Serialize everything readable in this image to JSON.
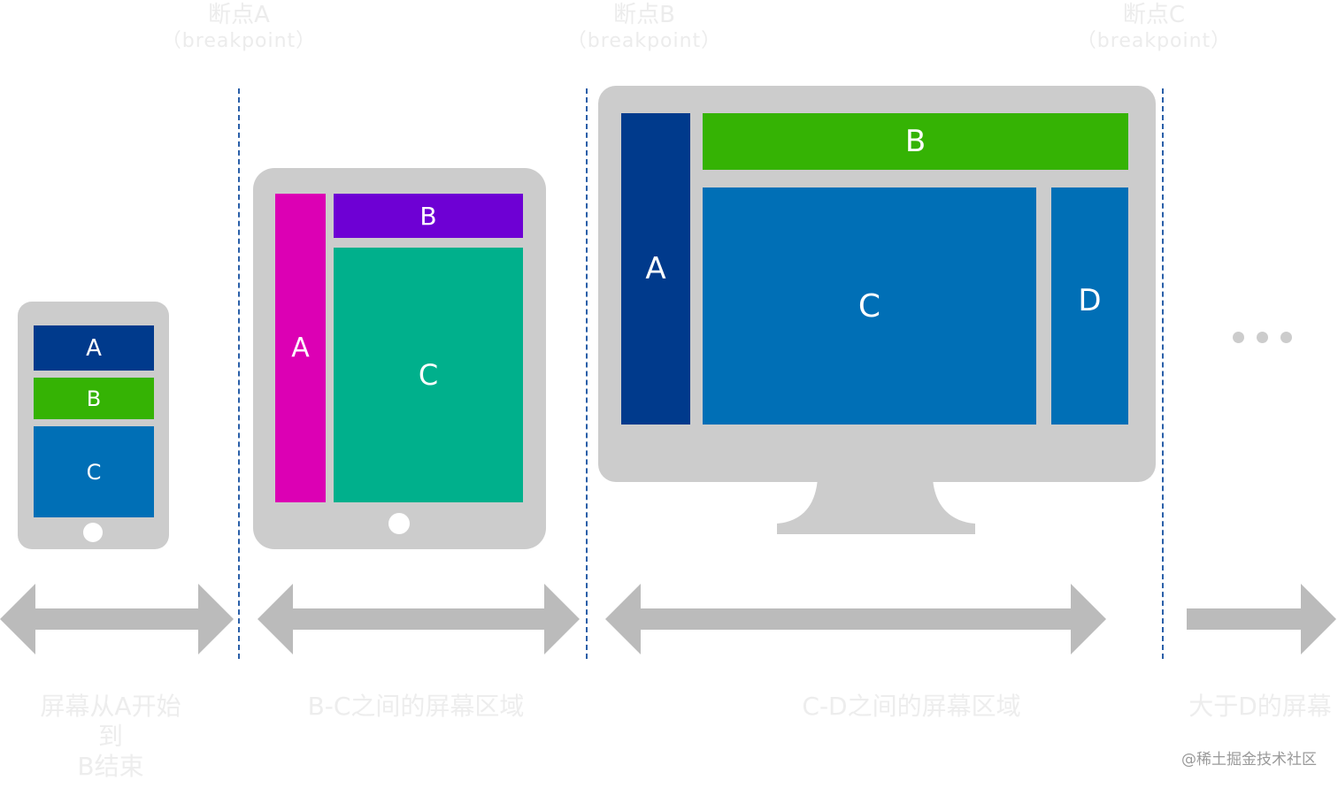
{
  "breakpoints": [
    {
      "label": "断点A",
      "sub": "（breakpoint）"
    },
    {
      "label": "断点B",
      "sub": "（breakpoint）"
    },
    {
      "label": "断点C",
      "sub": "（breakpoint）"
    }
  ],
  "phone": {
    "blocks": [
      "A",
      "B",
      "C"
    ]
  },
  "tablet": {
    "blocks": [
      "A",
      "B",
      "C"
    ]
  },
  "desktop": {
    "blocks": [
      "A",
      "B",
      "C",
      "D"
    ]
  },
  "captions": {
    "phone": [
      "屏幕从A开始",
      "到",
      "B结束"
    ],
    "tablet": "B-C之间的屏幕区域",
    "desktop": "C-D之间的屏幕区域",
    "beyond": "大于D的屏幕"
  },
  "watermark": "@稀土掘金技术社区",
  "colors": {
    "device": "#cccccc",
    "arrow": "#bbbbbb",
    "breakpoint_line": "#2a5fa8",
    "navy": "#003a8c",
    "green": "#35b304",
    "blue": "#006fb6",
    "magenta": "#dc00b4",
    "purple": "#6e00d4",
    "teal": "#00b08c"
  }
}
